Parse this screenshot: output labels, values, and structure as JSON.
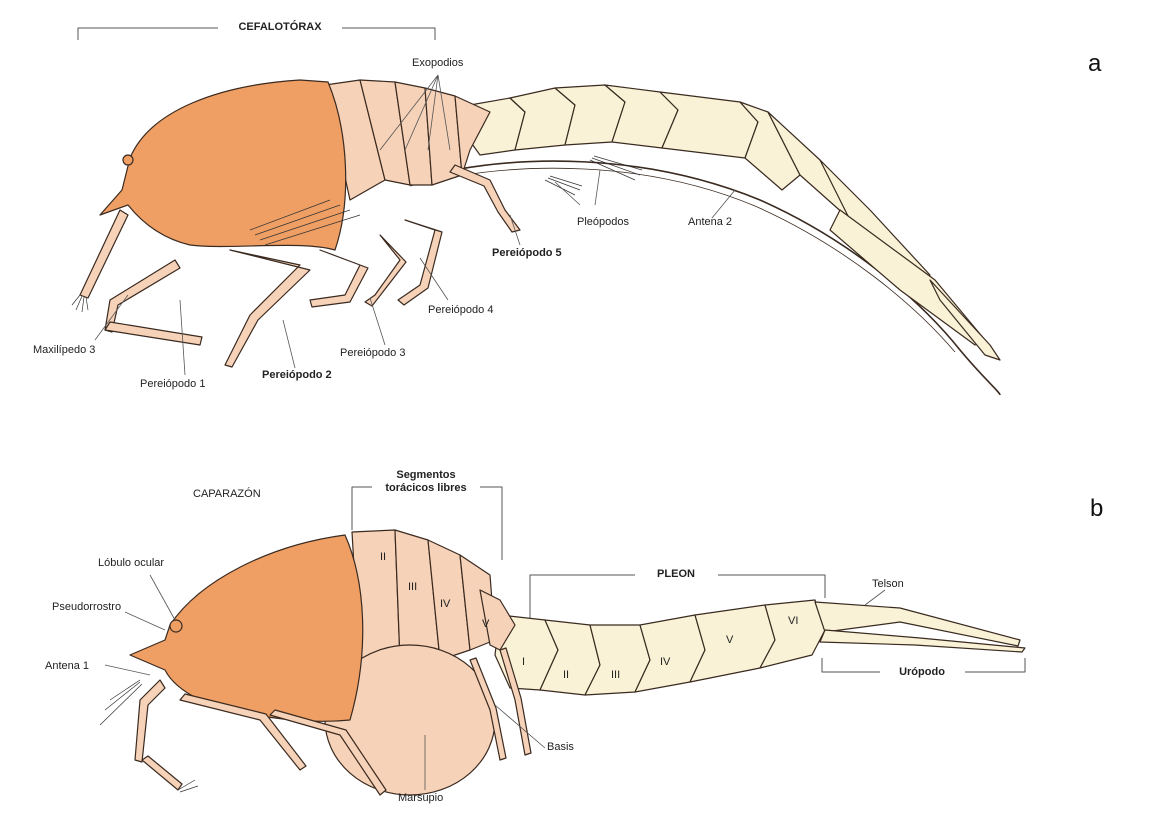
{
  "panels": {
    "a": "a",
    "b": "b"
  },
  "figure_a": {
    "bracket_label": "CEFALOTÓRAX",
    "labels": {
      "exopodios": "Exopodios",
      "pleopodos": "Pleópodos",
      "antena2": "Antena 2",
      "pereiopodo5": "Pereiópodo 5",
      "pereiopodo4": "Pereiópodo 4",
      "pereiopodo3": "Pereiópodo 3",
      "pereiopodo2": "Pereiópodo 2",
      "pereiopodo1": "Pereiópodo 1",
      "maxilipedo3": "Maxilípedo 3"
    }
  },
  "figure_b": {
    "caparazon": "CAPARAZÓN",
    "segmentos_line1": "Segmentos",
    "segmentos_line2": "torácicos libres",
    "pleon": "PLEON",
    "telson": "Telson",
    "uropodo": "Urópodo",
    "lobulo_ocular": "Lóbulo ocular",
    "pseudorrostro": "Pseudorrostro",
    "antena1": "Antena 1",
    "basis": "Basis",
    "marsupio": "Marsupio",
    "thoracic_numerals": [
      "II",
      "III",
      "IV",
      "V"
    ],
    "pleon_numerals": [
      "I",
      "II",
      "III",
      "IV",
      "V",
      "VI"
    ]
  },
  "colors": {
    "carapace": "#ef9f64",
    "thorax": "#f6d2b8",
    "abdomen": "#f9f2d6",
    "outline": "#3a2a20"
  }
}
